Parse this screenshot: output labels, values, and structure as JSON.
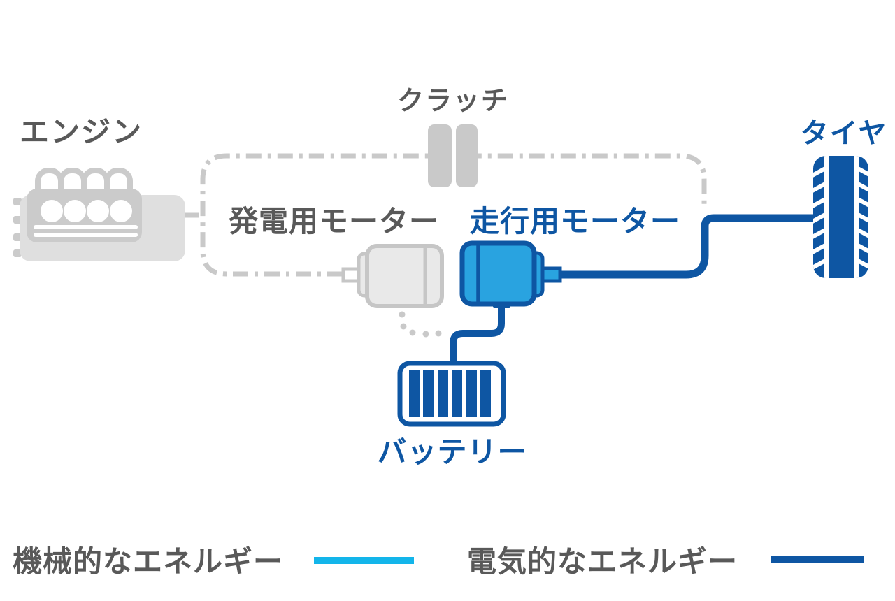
{
  "diagram": {
    "title_hint": "hybrid-powertrain-energy-flow",
    "labels": {
      "engine": "エンジン",
      "clutch": "クラッチ",
      "tire": "タイヤ",
      "generator_motor": "発電用モーター",
      "drive_motor": "走行用モーター",
      "battery": "バッテリー"
    },
    "legend": {
      "mechanical": {
        "label": "機械的なエネルギー",
        "color": "#13b5ea"
      },
      "electrical": {
        "label": "電気的なエネルギー",
        "color": "#0e56a3"
      }
    },
    "colors": {
      "active_blue": "#0e56a3",
      "drive_motor_fill": "#29a3e0",
      "mechanical_cyan": "#13b5ea",
      "inactive_gray": "#c9c9c9",
      "inactive_motor_fill": "#e9e9e9",
      "engine_gray": "#cbcbcb",
      "engine_light_gray": "#dfdfdf",
      "label_gray": "#595959"
    }
  }
}
